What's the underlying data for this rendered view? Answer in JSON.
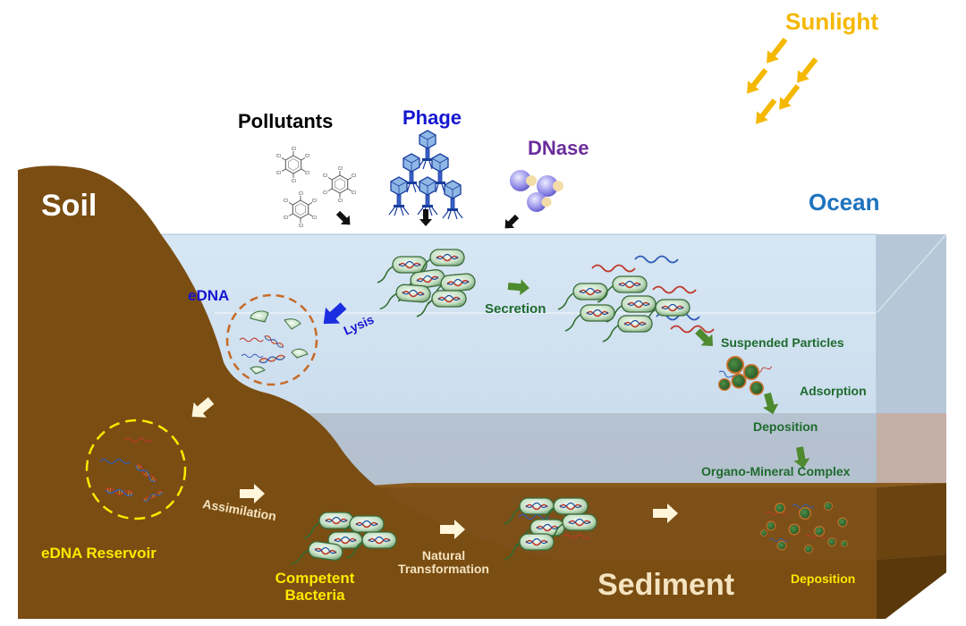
{
  "labels": {
    "sunlight": "Sunlight",
    "pollutants": "Pollutants",
    "phage": "Phage",
    "dnase": "DNase",
    "soil": "Soil",
    "ocean": "Ocean",
    "edna": "eDNA",
    "lysis": "Lysis",
    "secretion": "Secretion",
    "suspended_particles": "Suspended Particles",
    "adsorption": "Adsorption",
    "deposition_water": "Deposition",
    "organo_mineral_complex": "Organo-Mineral Complex",
    "assimilation": "Assimilation",
    "edna_reservoir": "eDNA Reservoir",
    "competent_bacteria_1": "Competent",
    "competent_bacteria_2": "Bacteria",
    "natural_transformation_1": "Natural",
    "natural_transformation_2": "Transformation",
    "sediment": "Sediment",
    "deposition_sediment": "Deposition"
  },
  "colors": {
    "sunlight": "#F5B800",
    "pollutants": "#000000",
    "phage": "#1515D0",
    "dnase": "#6B2D9B",
    "ocean": "#1E73BE",
    "soil_text": "#FFFFFF",
    "process_green": "#1E6B2E",
    "edna_blue": "#1515D0",
    "yellow_text": "#FFE800",
    "cream_text": "#F4E3C0",
    "soil": "#7A4D12",
    "sediment": "#7C5018",
    "water": "#C9DDEE"
  },
  "icons": [
    "sunlight-arrow",
    "pollutant-molecule",
    "phage-virus",
    "dnase-enzyme",
    "bacterium",
    "dna-strand",
    "particle",
    "process-arrow"
  ]
}
